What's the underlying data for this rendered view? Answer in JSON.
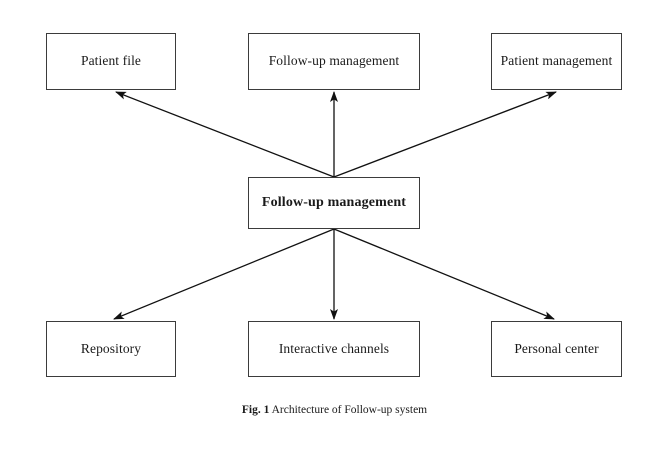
{
  "figure": {
    "caption_label": "Fig. 1",
    "caption_text": " Architecture of Follow-up system",
    "background_color": "#ffffff",
    "line_color": "#3b3b3b",
    "text_color": "#1a1a1a"
  },
  "diagram": {
    "type": "hub-and-spoke architecture diagram",
    "center": {
      "id": "center",
      "label": "Follow-up management",
      "bold": true
    },
    "top_nodes": [
      {
        "id": "patient-file",
        "label": "Patient file"
      },
      {
        "id": "follow-up-management",
        "label": "Follow-up management"
      },
      {
        "id": "patient-management",
        "label": "Patient management"
      }
    ],
    "bottom_nodes": [
      {
        "id": "repository",
        "label": "Repository"
      },
      {
        "id": "interactive-channels",
        "label": "Interactive channels"
      },
      {
        "id": "personal-center",
        "label": "Personal center"
      }
    ],
    "edges": [
      {
        "from": "center",
        "to": "patient-file",
        "direction": "up-left"
      },
      {
        "from": "center",
        "to": "follow-up-management",
        "direction": "up"
      },
      {
        "from": "center",
        "to": "patient-management",
        "direction": "up-right"
      },
      {
        "from": "center",
        "to": "repository",
        "direction": "down-left"
      },
      {
        "from": "center",
        "to": "interactive-channels",
        "direction": "down"
      },
      {
        "from": "center",
        "to": "personal-center",
        "direction": "down-right"
      }
    ]
  }
}
